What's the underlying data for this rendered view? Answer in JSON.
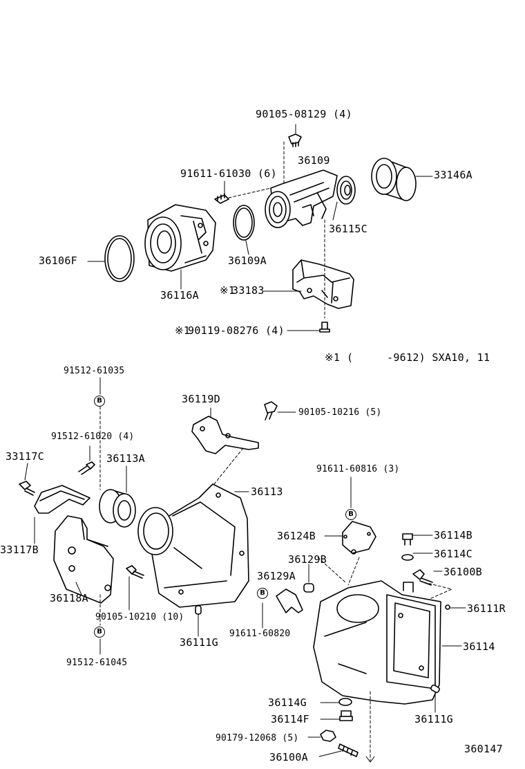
{
  "diagram": {
    "top_assembly": {
      "bolt_top": "90105-08129 (4)",
      "housing": "36109",
      "seal_cap": "33146A",
      "bolt_flange": "91611-61030 (6)",
      "oil_seal": "36115C",
      "oring_large": "36106F",
      "oring_small": "36109A",
      "extension_housing": "36116A",
      "bracket_mark": "※1",
      "bracket": "33183",
      "bolt_bracket_mark": "※1",
      "bolt_bracket": "90119-08276 (4)",
      "footnote_mark": "※1",
      "footnote_open": "(",
      "footnote_range": "-9612) SXA10, 11"
    },
    "left_assembly": {
      "bolt_b_top": "91512-61035",
      "badge_b": "B",
      "bracket_36119d": "36119D",
      "bolt_90105_10216": "90105-10216 (5)",
      "bolt_91512_61020": "91512-61020 (4)",
      "bolt_33117c": "33117C",
      "bearing_36113a": "36113A",
      "case_36113": "36113",
      "bracket_33117b": "33117B",
      "bracket_36118a": "36118A",
      "bolt_90105_10210": "90105-10210 (10)",
      "pin_36111g_left": "36111G",
      "bolt_b_bottom": "91512-61045"
    },
    "right_assembly": {
      "bolt_91611_60816": "91611-60816 (3)",
      "cover_36124b": "36124B",
      "plug_36114b": "36114B",
      "gasket_36114c": "36114C",
      "gasket_36129b": "36129B",
      "bolt_36100b": "36100B",
      "clip_36129a": "36129A",
      "plug_36111r": "36111R",
      "bolt_91611_60820": "91611-60820",
      "case_36114": "36114",
      "gasket_36114g": "36114G",
      "plug_36114f": "36114F",
      "pin_36111g_right": "36111G",
      "nut_90179_12068": "90179-12068 (5)",
      "stud_36100a": "36100A"
    },
    "drawing_number": "360147"
  }
}
